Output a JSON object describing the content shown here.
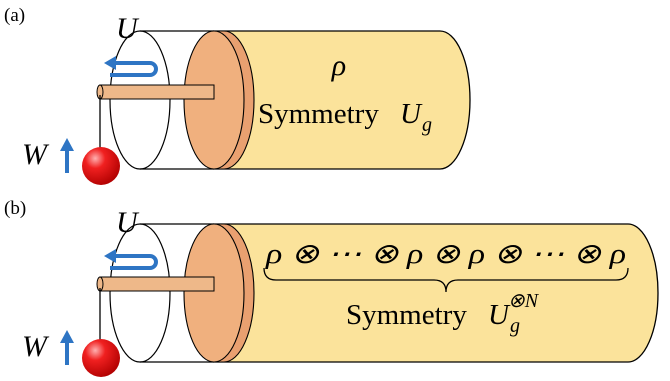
{
  "colors": {
    "cylinder_fill": "#fbe39b",
    "piston_fill": "#f0b07e",
    "rod_fill": "#eeb889",
    "arrow_blue": "#2e75c4",
    "ball_red": "#e8141b",
    "outline": "#000000"
  },
  "panel_a": {
    "label": "(a)",
    "control_symbol": "U",
    "work_symbol": "W",
    "state": "ρ",
    "symmetry_word": "Symmetry",
    "symmetry_op": "U",
    "symmetry_sub": "g"
  },
  "panel_b": {
    "label": "(b)",
    "control_symbol": "U",
    "work_symbol": "W",
    "state_product": "ρ ⊗ ⋯ ⊗ ρ ⊗ ρ ⊗ ⋯ ⊗ ρ",
    "symmetry_word": "Symmetry",
    "symmetry_op": "U",
    "symmetry_sub": "g",
    "symmetry_sup": "⊗N"
  },
  "icons": {
    "control_arrow": "u-turn-arrow-icon",
    "work_arrow": "up-arrow-icon",
    "weight": "red-ball-icon"
  }
}
